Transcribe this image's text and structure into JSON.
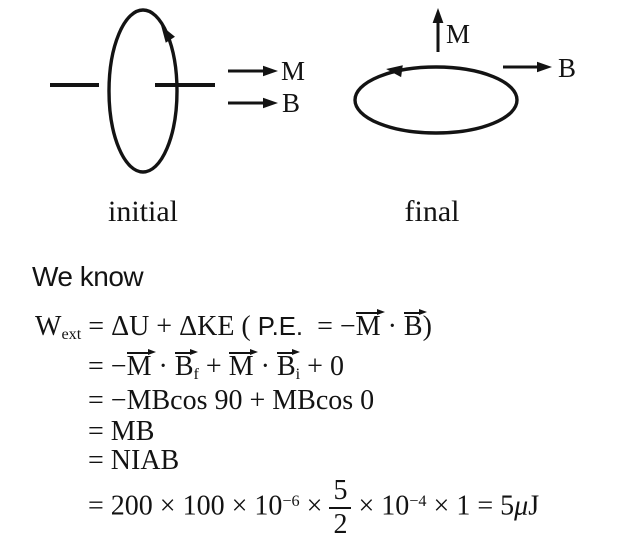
{
  "ink": "#131313",
  "figure": {
    "initial": {
      "caption": "initial",
      "moment_label": "M",
      "field_label": "B"
    },
    "final": {
      "caption": "final",
      "moment_label": "M",
      "field_label": "B"
    }
  },
  "intro": "We know",
  "eq": {
    "l1": {
      "w": "W",
      "sub": "ext",
      "a": " = ΔU + ΔKE ( ",
      "pe": "P.E.",
      "b": "  = −",
      "m": "M",
      "c": " · ",
      "bv": "B",
      "d": ")"
    },
    "l2": {
      "a": "= −",
      "m1": "M",
      "b": " · ",
      "b1": "B",
      "f": "f",
      "c": " + ",
      "m2": "M",
      "d": " · ",
      "b2": "B",
      "i": "i",
      "e": " + 0"
    },
    "l3": "= −MBcos 90 + MBcos 0",
    "l4": "= MB",
    "l5": "= NIAB",
    "l6": {
      "a": "= 200 × 100 × 10",
      "s1": "−6",
      "b": " × ",
      "num": "5",
      "den": "2",
      "c": " × 10",
      "s2": "−4",
      "d": " × 1 = 5",
      "mu": "μ",
      "e": "J"
    }
  }
}
